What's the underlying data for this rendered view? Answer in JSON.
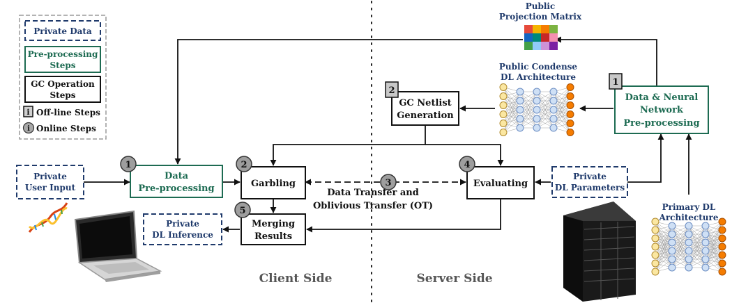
{
  "legend": {
    "private_data": "Private Data",
    "preproc_line1": "Pre-processing",
    "preproc_line2": "Steps",
    "gc_line1": "GC Operation",
    "gc_line2": "Steps",
    "offline_badge": "i",
    "offline_label": "Off-line Steps",
    "online_badge": "i",
    "online_label": "Online Steps"
  },
  "client": {
    "user_input_line1": "Private",
    "user_input_line2": "User Input",
    "data_preproc_line1": "Data",
    "data_preproc_line2": "Pre-processing",
    "garbling": "Garbling",
    "merging_line1": "Merging",
    "merging_line2": "Results",
    "inference_line1": "Private",
    "inference_line2": "DL Inference",
    "side_label": "Client Side"
  },
  "server": {
    "netlist_line1": "GC Netlist",
    "netlist_line2": "Generation",
    "evaluating": "Evaluating",
    "dl_params_line1": "Private",
    "dl_params_line2": "DL Parameters",
    "dnn_preproc_line1": "Data & Neural",
    "dnn_preproc_line2": "Network",
    "dnn_preproc_line3": "Pre-processing",
    "projection_line1": "Public",
    "projection_line2": "Projection Matrix",
    "condense_line1": "Public Condense",
    "condense_line2": "DL Architecture",
    "primary_line1": "Primary DL",
    "primary_line2": "Architecture",
    "side_label": "Server Side"
  },
  "transfer_line1": "Data Transfer and",
  "transfer_line2": "Oblivious Transfer (OT)",
  "steps": {
    "s1_client": "1",
    "s2_garbling": "2",
    "s3_transfer": "3",
    "s4_evaluating": "4",
    "s5_merging": "5",
    "s1_server": "1",
    "s2_netlist": "2"
  },
  "colors": {
    "private_blue": "#1f3a6b",
    "preproc_green": "#1d6b52",
    "badge_gray": "#9e9e9e",
    "legend_border": "#9a9a9a"
  },
  "icons": {
    "dna": "dna-helix-icon",
    "laptop": "laptop-icon",
    "servers": "server-rack-icon"
  }
}
